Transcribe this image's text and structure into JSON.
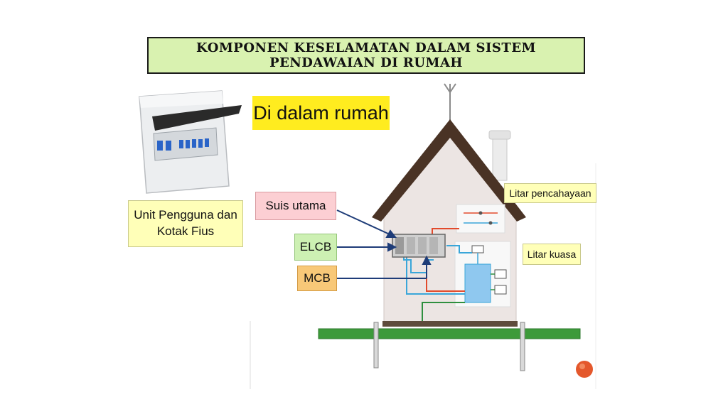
{
  "title": "KOMPONEN KESELAMATAN DALAM SISTEM PENDAWAIAN DI RUMAH",
  "subtitle": "Di dalam rumah",
  "labels": {
    "consumer_unit": [
      "Unit Pengguna dan",
      "Kotak Fius"
    ],
    "main_switch": "Suis utama",
    "elcb": "ELCB",
    "mcb": "MCB",
    "lighting_circuit": "Litar pencahayaan",
    "power_circuit": "Litar kuasa"
  },
  "colors": {
    "title_bg": "#d9f2b0",
    "subtitle_bg": "#ffec1f",
    "main_switch_bg": "#fccfd3",
    "elcb_bg": "#cdf0b3",
    "mcb_bg": "#f8c878",
    "circuit_label_bg": "#ffffb8",
    "wire_live": "#e24a2c",
    "wire_neutral": "#3aa6d9",
    "wire_earth": "#2f8f3f",
    "ground": "#3d9a3a"
  }
}
